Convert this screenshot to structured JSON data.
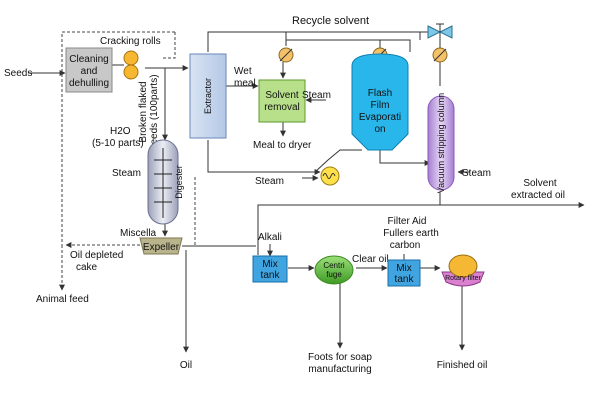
{
  "labels": {
    "seeds": "Seeds",
    "cleaning": [
      "Cleaning",
      "and",
      "dehulling"
    ],
    "cracking_rolls": "Cracking rolls",
    "recycle_solvent": "Recycle solvent",
    "extractor": "Extractor",
    "wet_meal": [
      "Wet",
      "meal"
    ],
    "solvent_removal": [
      "Solvent",
      "removal"
    ],
    "steam": "Steam",
    "meal_to_dryer": "Meal to dryer",
    "flash_film": [
      "Flash",
      "Film",
      "Evaporati",
      "on"
    ],
    "vacuum_column": "Vacuum stripping column",
    "broken_flaked": [
      "Broken flaked",
      "seeds (100parts)"
    ],
    "h2o": [
      "H2O",
      "(5-10 parts)"
    ],
    "digester": "Digester",
    "solvent_extracted_oil": [
      "Solvent",
      "extracted oil"
    ],
    "miscella": "Miscella",
    "expeller": "Expeller",
    "oil_depleted_cake": [
      "Oil depleted",
      "cake"
    ],
    "animal_feed": "Animal feed",
    "alkali": "Alkali",
    "mix_tank": [
      "Mix",
      "tank"
    ],
    "centrifuge": [
      "Centri",
      "fuge"
    ],
    "clear_oil": "Clear oil",
    "filter_aid": [
      "Filter Aid",
      "Fullers earth",
      "carbon"
    ],
    "rotary_filter": "Rotary filter",
    "foots": [
      "Foots for soap",
      "manufacturing"
    ],
    "finished_oil": "Finished oil",
    "oil": "Oil"
  },
  "colors": {
    "extractor_fill": "#b4c8e6",
    "extractor_stroke": "#6b86b8",
    "cleaning_fill": "#c8c8c8",
    "roll_fill": "#f7b731",
    "solvent_removal_fill": "#b8e08a",
    "solvent_removal_stroke": "#5f9a2d",
    "flash_fill": "#29b6ea",
    "flash_stroke": "#0f7fb0",
    "column_fill": "#c9a6e6",
    "column_stroke": "#8b58b8",
    "digester_fill": "#c3c7d8",
    "mix_fill": "#3fa4e0",
    "mix_stroke": "#1b6ea8",
    "centrifuge_fill": "#6fce4a",
    "centrifuge_stroke": "#3a8a20",
    "rotary_fill": "#d981cf",
    "rotary_drum": "#f5b835",
    "expeller_fill": "#b9b48b",
    "heater_fill": "#ffe04a",
    "valve_fill": "#7cc8e8"
  }
}
